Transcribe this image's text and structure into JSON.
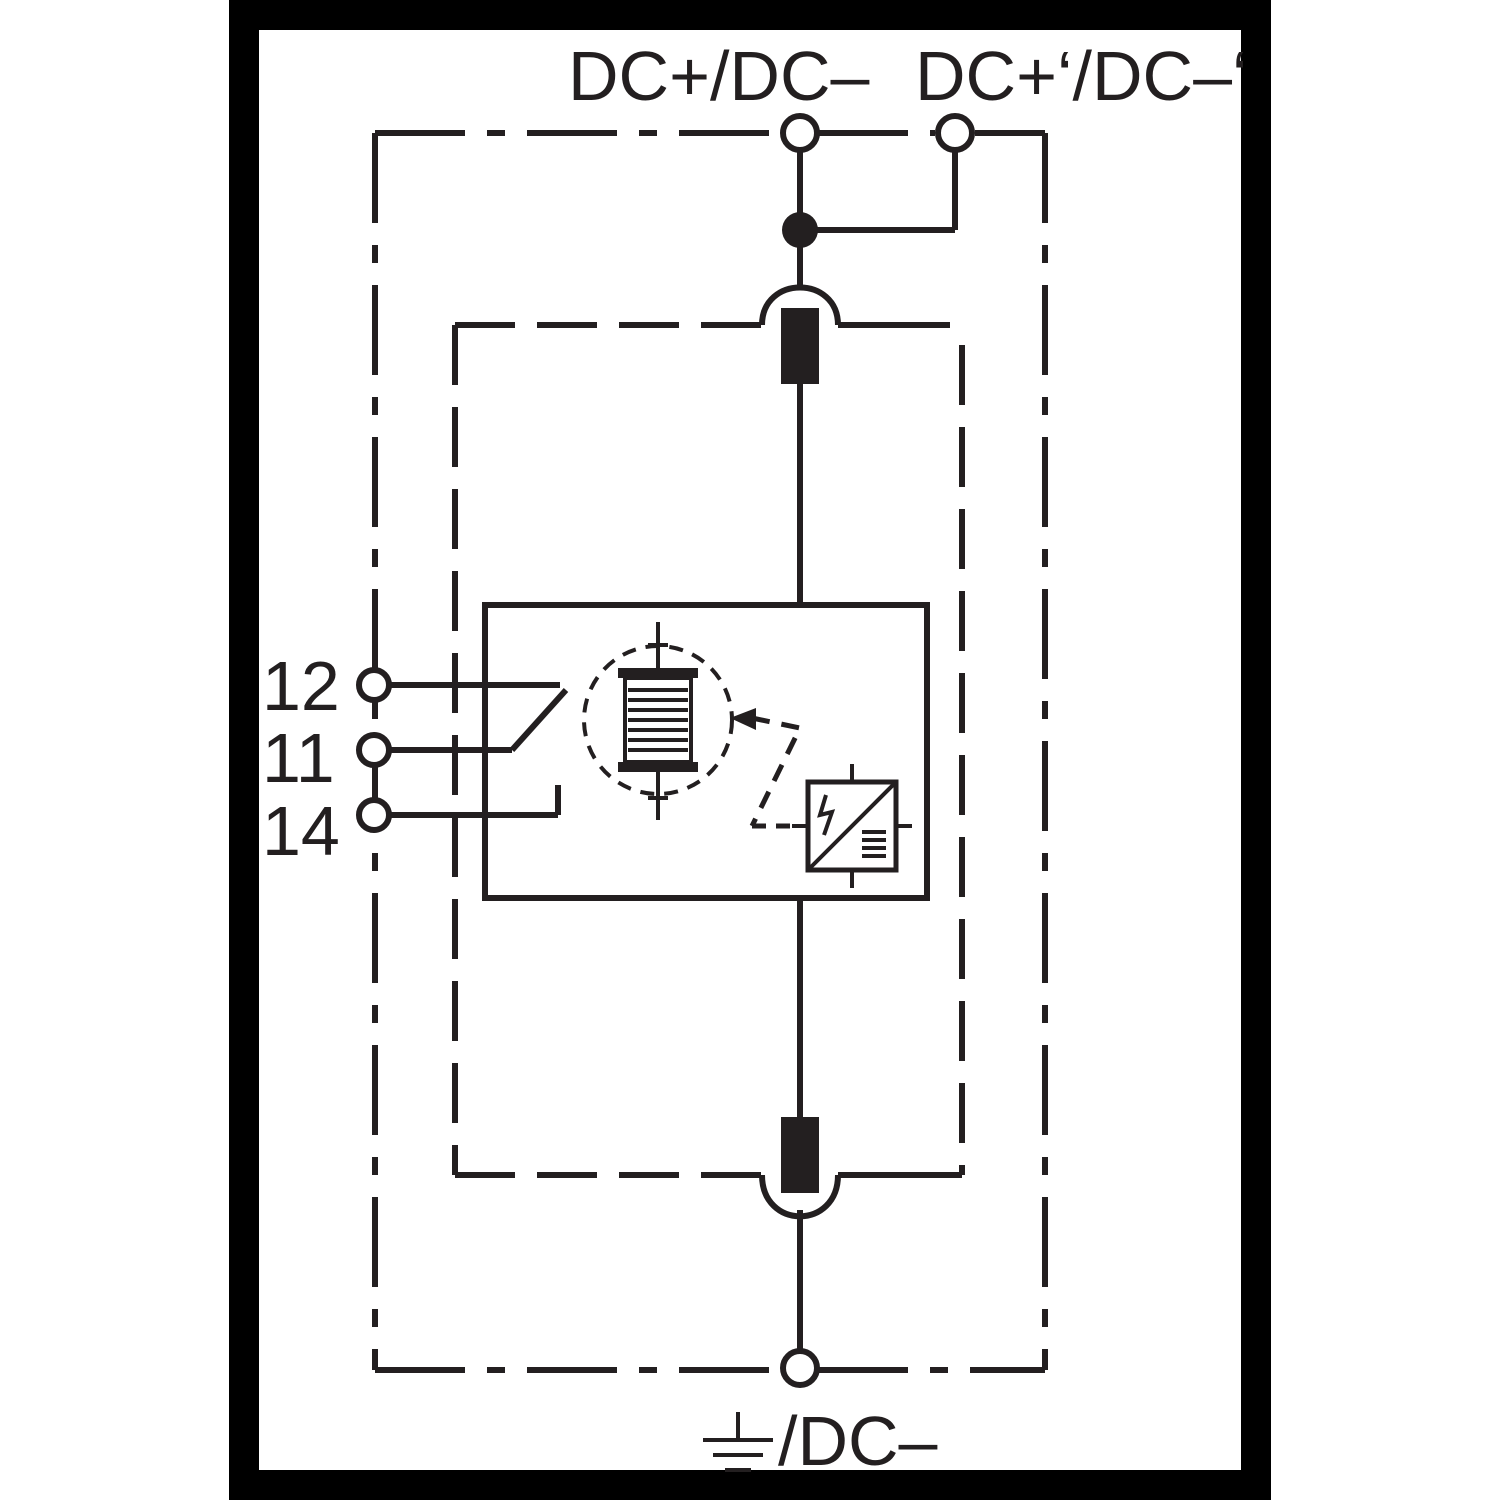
{
  "labels": {
    "terminal_top_left": "DC+/DC–",
    "terminal_top_right": "DC+‘/DC–‘",
    "terminal_bottom": "/DC–",
    "contact_12": "12",
    "contact_11": "11",
    "contact_14": "14"
  },
  "colors": {
    "ink": "#231f20",
    "background": "#ffffff"
  }
}
